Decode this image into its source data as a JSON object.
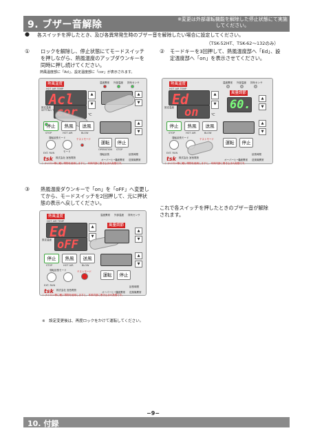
{
  "header": {
    "title": "9. ブザー音解除",
    "note": "※変更は外部運転機能を解除した停止状態にて実施してください。"
  },
  "intro": {
    "bullet": "●",
    "text": "各スイッチを押したとき、及び各異常発生時のブザー音を解除したい場合に設定してください。",
    "models": "（TSK-52HT、TSK-62～132のみ）"
  },
  "steps": [
    {
      "number": "①",
      "text": "ロックを解除し、停止状態にてモードスイッチを押しながら、熱風温度のアップダウンキーを同時に押し続けてください。",
      "sub_note": "熱風温度部に「Acl」、設定温度部に「cor」が表示されます。"
    },
    {
      "number": "②",
      "text": "モードキーを3回押して、熱風温度部へ「Ed」、設定温度部へ「on」を表示させてください。"
    },
    {
      "number": "③",
      "text": "熱風温度ダウンキーで「on」を「oFF」へ変更してから、モードスイッチを2回押して、元に押状態の表示へ戻してください。"
    }
  ],
  "after_note": "これで各スイッチを押したときのブザー音が解除されます。",
  "setting_note": "※　設定変更後は、再度ロックをかけて運転してください。",
  "panel": {
    "hot_air_temp": "熱風温度",
    "hot_air_temp_en": "HOT AIR TEMP",
    "set_temp": "設定温度",
    "set_temp_en": "SETTING TEMP",
    "deg": "℃",
    "stop": "停止",
    "stop_en": "STOP",
    "hot_air": "熱風",
    "hot_air_en": "HOT AIR",
    "blow": "送風",
    "blow_en": "BLOW",
    "run": "運転",
    "run_en": "OPERATION",
    "stop2": "停止",
    "stop2_en": "STOP",
    "mode": "モード",
    "mode_en": "MODE",
    "ext_run": "外部運転",
    "ext_run_en": "EXT. RUN",
    "test": "テストモード",
    "unit_mode": "運転延長モード",
    "time_label": "時間設定",
    "top_labels": [
      "温度異常",
      "外部温度",
      "排気センサ"
    ],
    "top_labels_en": [
      "TEMP. ALM",
      "EXT. CNTL",
      "EXT. SENSOR"
    ],
    "bottom_labels": [
      "オーバーヒート",
      "温度異常",
      "送風機異常"
    ],
    "bottom_labels_en": [
      "OVERHEAT",
      "TEMP. ALM",
      "BLOWER ALM"
    ],
    "misc_labels": [
      "運転延長",
      "予約運転",
      "延長時間"
    ],
    "misc_labels_en": [
      "OPERATION",
      "PUSH TO TEST",
      "EXT. TIMER"
    ],
    "company": "株式会社 宮西電熱",
    "logo": "tsk",
    "fan_label": "風量調節",
    "fan_label_en": "AIR FLOW",
    "timer_label": "延長時間",
    "timer_label_en": "EXT. TIMER",
    "display_1_hot": "Acl",
    "display_1_set": "cor",
    "display_2_hot": "Ed",
    "display_2_set": "on",
    "display_2_fan": "60.",
    "display_3_hot": "Ed",
    "display_3_set": "oFF",
    "warning": "！ナイロン等に軽い薄物を使用しますと、本体内部に巻き込まれ危険です。",
    "colors": {
      "red": "#d42020",
      "green": "#3bd14b",
      "display": "#555555"
    }
  },
  "footer": {
    "page_number": "−9−",
    "next_section": "10. 付録"
  }
}
